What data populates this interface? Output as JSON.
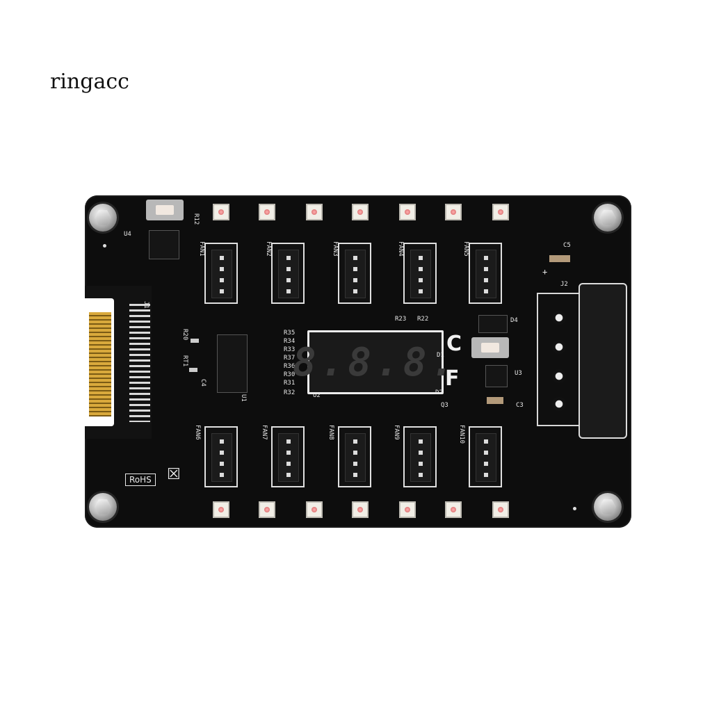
{
  "brand": "ringacc",
  "board": {
    "display_digits": "8.8.8.",
    "unit_c": "C",
    "unit_f": "F",
    "rohs_label": "RoHS",
    "weee_symbol": "☒",
    "fan_labels_top": [
      "FAN1",
      "FAN2",
      "FAN3",
      "FAN4",
      "FAN5"
    ],
    "fan_labels_bottom": [
      "FAN6",
      "FAN7",
      "FAN8",
      "FAN9",
      "FAN10"
    ],
    "resistor_labels": [
      "R35",
      "R34",
      "R33",
      "R37",
      "R36",
      "R30",
      "R31",
      "R32"
    ],
    "designators": {
      "u4": "U4",
      "r12": "R12",
      "j1": "J1",
      "r20": "R20",
      "rt1": "RT1",
      "c4": "C4",
      "u1": "U1",
      "u2": "U2",
      "r23": "R23",
      "r22": "R22",
      "d1": "D1",
      "d2": "D2",
      "d4": "D4",
      "u3": "U3",
      "q3": "Q3",
      "c3": "C3",
      "c5": "C5",
      "j2": "J2",
      "plus": "+"
    }
  }
}
